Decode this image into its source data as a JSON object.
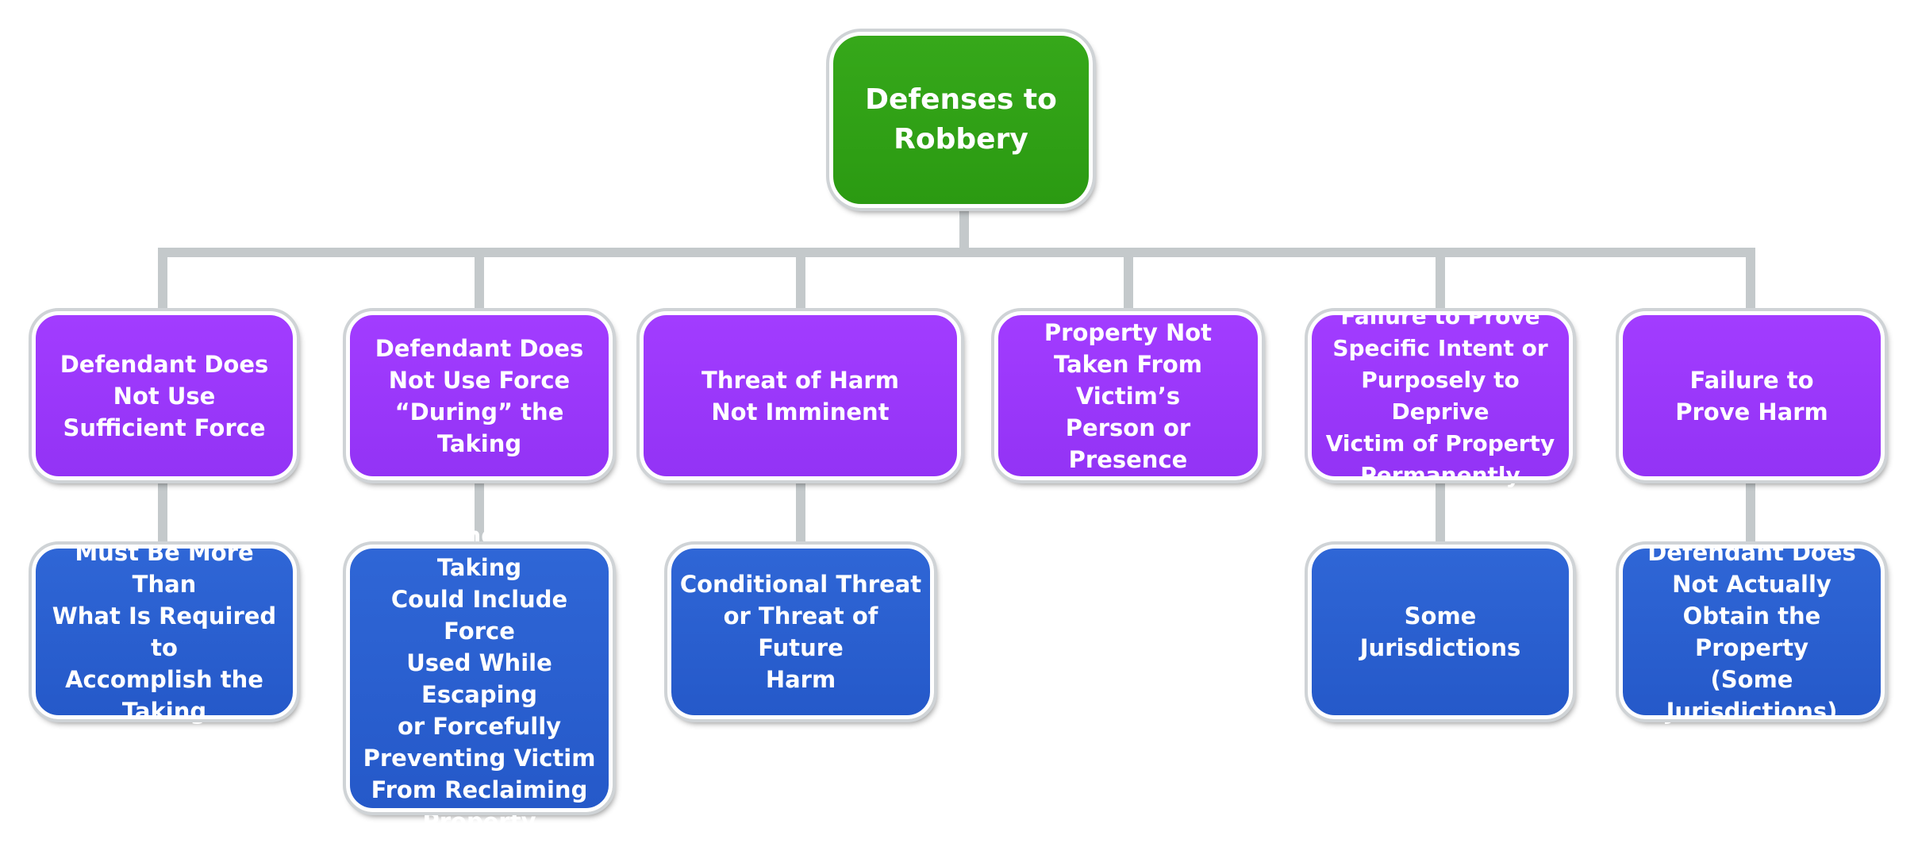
{
  "root": {
    "label": "Defenses to\nRobbery"
  },
  "defenses": [
    "Defendant Does\nNot Use\nSufficient Force",
    "Defendant Does\nNot Use Force\n“During” the Taking",
    "Threat of Harm\nNot Imminent",
    "Property Not\nTaken From Victim’s\nPerson or Presence",
    "Failure to Prove\nSpecific Intent or\nPurposely to Deprive\nVictim of Property\nPermanently",
    "Failure to\nProve Harm"
  ],
  "details": [
    "Must Be More Than\nWhat Is Required to\nAccomplish the\nTaking",
    "“During” the Taking\nCould Include Force\nUsed While Escaping\nor Forcefully\nPreventing Victim\nFrom Reclaiming\nProperty",
    "Conditional Threat\nor Threat of Future\nHarm",
    "Some\nJurisdictions",
    "Defendant Does\nNot Actually\nObtain the Property\n(Some Jurisdictions)"
  ],
  "colors": {
    "root": "#2b9a12",
    "defense": "#9333f5",
    "detail": "#2559c9",
    "connector": "#c4c9cb"
  }
}
